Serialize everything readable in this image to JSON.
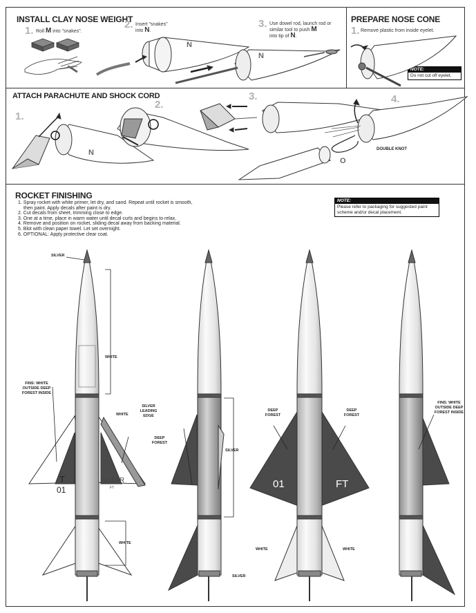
{
  "install": {
    "title": "INSTALL CLAY NOSE WEIGHT",
    "steps": [
      {
        "num": "1.",
        "pre": "Roll ",
        "key": "M",
        "post": " into \"snakes\"."
      },
      {
        "num": "2.",
        "pre": "Insert \"snakes\"",
        "key2pre": "into ",
        "key": "N",
        "post": "."
      },
      {
        "num": "3.",
        "pre": "Use dowel rod, launch rod or similar tool to push ",
        "key": "M",
        "post2": "into tip of ",
        "key2": "N",
        "end": "."
      }
    ],
    "marks": {
      "n1": "N",
      "n2": "N"
    }
  },
  "prepare": {
    "title": "PREPARE NOSE CONE",
    "step_num": "1.",
    "step_text": "Remove plastic from inside eyelet.",
    "note_head": "NOTE:",
    "note_body": "Do not cut off eyelet."
  },
  "parachute": {
    "title": "ATTACH PARACHUTE AND SHOCK CORD",
    "nums": [
      "1.",
      "2.",
      "3.",
      "4."
    ],
    "mark_n": "N",
    "mark_o": "O",
    "double_knot": "DOUBLE KNOT"
  },
  "finishing": {
    "title": "ROCKET FINISHING",
    "instructions": [
      "1. Spray rocket with white primer, let dry, and sand. Repeat until rocket is smooth,",
      "    then paint. Apply decals after paint is dry.",
      "2. Cut decals from sheet, trimming close to edge.",
      "3. One at a time, place in warm water until decal curls and begins to relax.",
      "4. Remove and position on rocket, sliding decal away from backing material.",
      "5. Blot with clean paper towel. Let set overnight.",
      "6. OPTIONAL: Apply protective clear coat."
    ],
    "note_head": "NOTE:",
    "note_body": "Please refer to packaging for suggested paint scheme and/or decal placement.",
    "labels": {
      "silver_tip": "SILVER",
      "white_body": "WHITE",
      "fins_left1": "FINS: WHITE OUTSIDE DEEP FOREST INSIDE",
      "white_fin": "WHITE",
      "silver_edge": "SILVER LEADING EDGE",
      "deep_forest1": "DEEP FOREST",
      "white_lower": "WHITE",
      "silver_mid": "SILVER",
      "silver_bottom": "SILVER",
      "deep_forest_l": "DEEP FOREST",
      "deep_forest_r": "DEEP FOREST",
      "white_l": "WHITE",
      "white_r": "WHITE",
      "fins_right": "FINS: WHITE OUTSIDE DEEP FOREST INSIDE"
    },
    "decals": {
      "t": "T",
      "n01": "01",
      "antar": "ANTAR",
      "ft_small": "FT",
      "big01": "01",
      "bigft": "FT"
    }
  }
}
